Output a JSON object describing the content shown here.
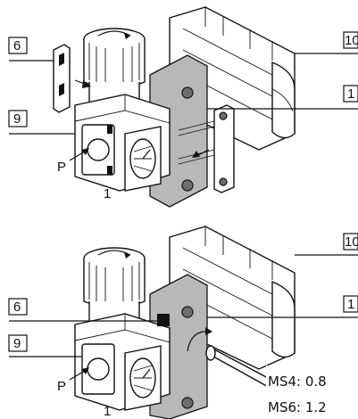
{
  "figure": {
    "top": {
      "callouts": [
        "6",
        "9",
        "10",
        "1"
      ],
      "port_letter": "P",
      "small_mark": "1"
    },
    "bottom": {
      "callouts": [
        "6",
        "9",
        "10",
        "1"
      ],
      "port_letter": "P",
      "small_mark": "1",
      "torque_notes": [
        "MS4: 0.8",
        "MS6: 1.2"
      ]
    }
  },
  "colors": {
    "line": "#111111",
    "plate_grey": "#b8b8b8",
    "part_dark": "#6e6e6e",
    "background": "#ffffff"
  }
}
